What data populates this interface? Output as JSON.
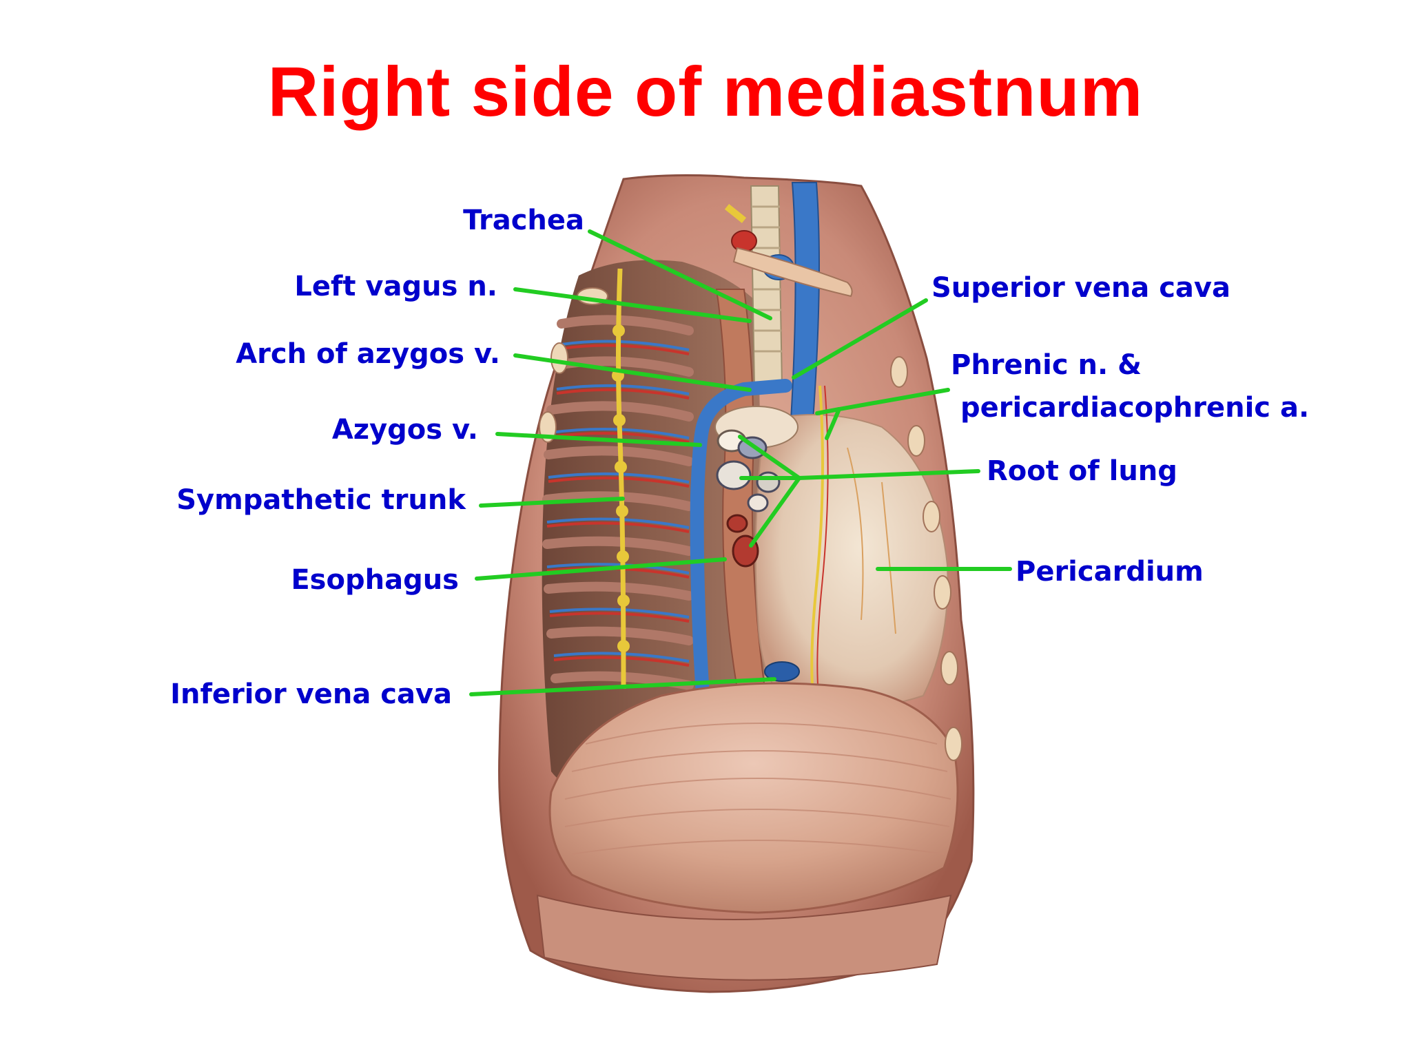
{
  "title": "Right side of mediastnum",
  "colors": {
    "title": "#ff0000",
    "label": "#0000cc",
    "leader_line": "#22cc22",
    "skin": "#d9a089",
    "pleura": "#c98a78",
    "vein": "#3a78c8",
    "nerve": "#e8c83a",
    "pericardium": "#ead9c4",
    "diaphragm": "#dcaa92"
  },
  "labels": {
    "trachea": "Trachea",
    "left_vagus": "Left vagus n.",
    "arch_azygos": "Arch of azygos v.",
    "azygos": "Azygos v.",
    "sympathetic_trunk": "Sympathetic trunk",
    "esophagus": "Esophagus",
    "inferior_vena_cava": "Inferior vena cava",
    "superior_vena_cava": "Superior vena cava",
    "phrenic_line1": "Phrenic n. &",
    "phrenic_line2": "pericardiacophrenic a.",
    "root_of_lung": "Root of lung",
    "pericardium": "Pericardium"
  }
}
